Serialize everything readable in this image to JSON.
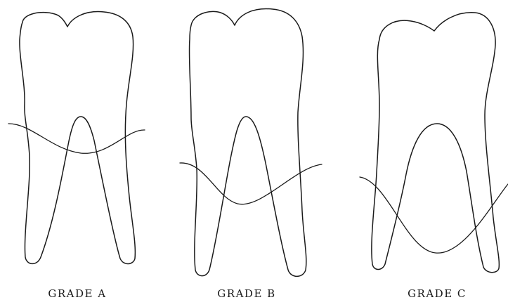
{
  "figure": {
    "panels": [
      {
        "label": "GRADE A"
      },
      {
        "label": "GRADE B"
      },
      {
        "label": "GRADE C"
      }
    ]
  },
  "colors": {
    "line": "#1a1a1a",
    "background": "#ffffff"
  }
}
